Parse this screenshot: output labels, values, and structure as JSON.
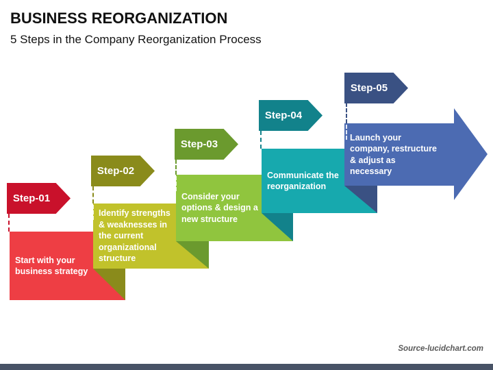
{
  "header": {
    "title": "BUSINESS REORGANIZATION",
    "subtitle": "5 Steps in the Company Reorganization Process"
  },
  "steps": [
    {
      "label": "Step-01",
      "description": "Start with your business strategy",
      "colors": {
        "strong": "#C9112B",
        "light": "#EE3E44"
      }
    },
    {
      "label": "Step-02",
      "description": "Identify strengths & weaknesses in the current organizational structure",
      "colors": {
        "strong": "#8A8B1B",
        "light": "#C1C22B"
      }
    },
    {
      "label": "Step-03",
      "description": "Consider your options & design a new structure",
      "colors": {
        "strong": "#6B9A2E",
        "light": "#90C53E"
      }
    },
    {
      "label": "Step-04",
      "description": "Communicate the reorganization",
      "colors": {
        "strong": "#12828B",
        "light": "#17A9AE"
      }
    },
    {
      "label": "Step-05",
      "description": "Launch your company, restructure & adjust as necessary",
      "colors": {
        "strong": "#3A5183",
        "light": "#4C6BB2"
      }
    }
  ],
  "footer": {
    "source": "Source-lucidchart.com",
    "bar_color": "#485366"
  }
}
